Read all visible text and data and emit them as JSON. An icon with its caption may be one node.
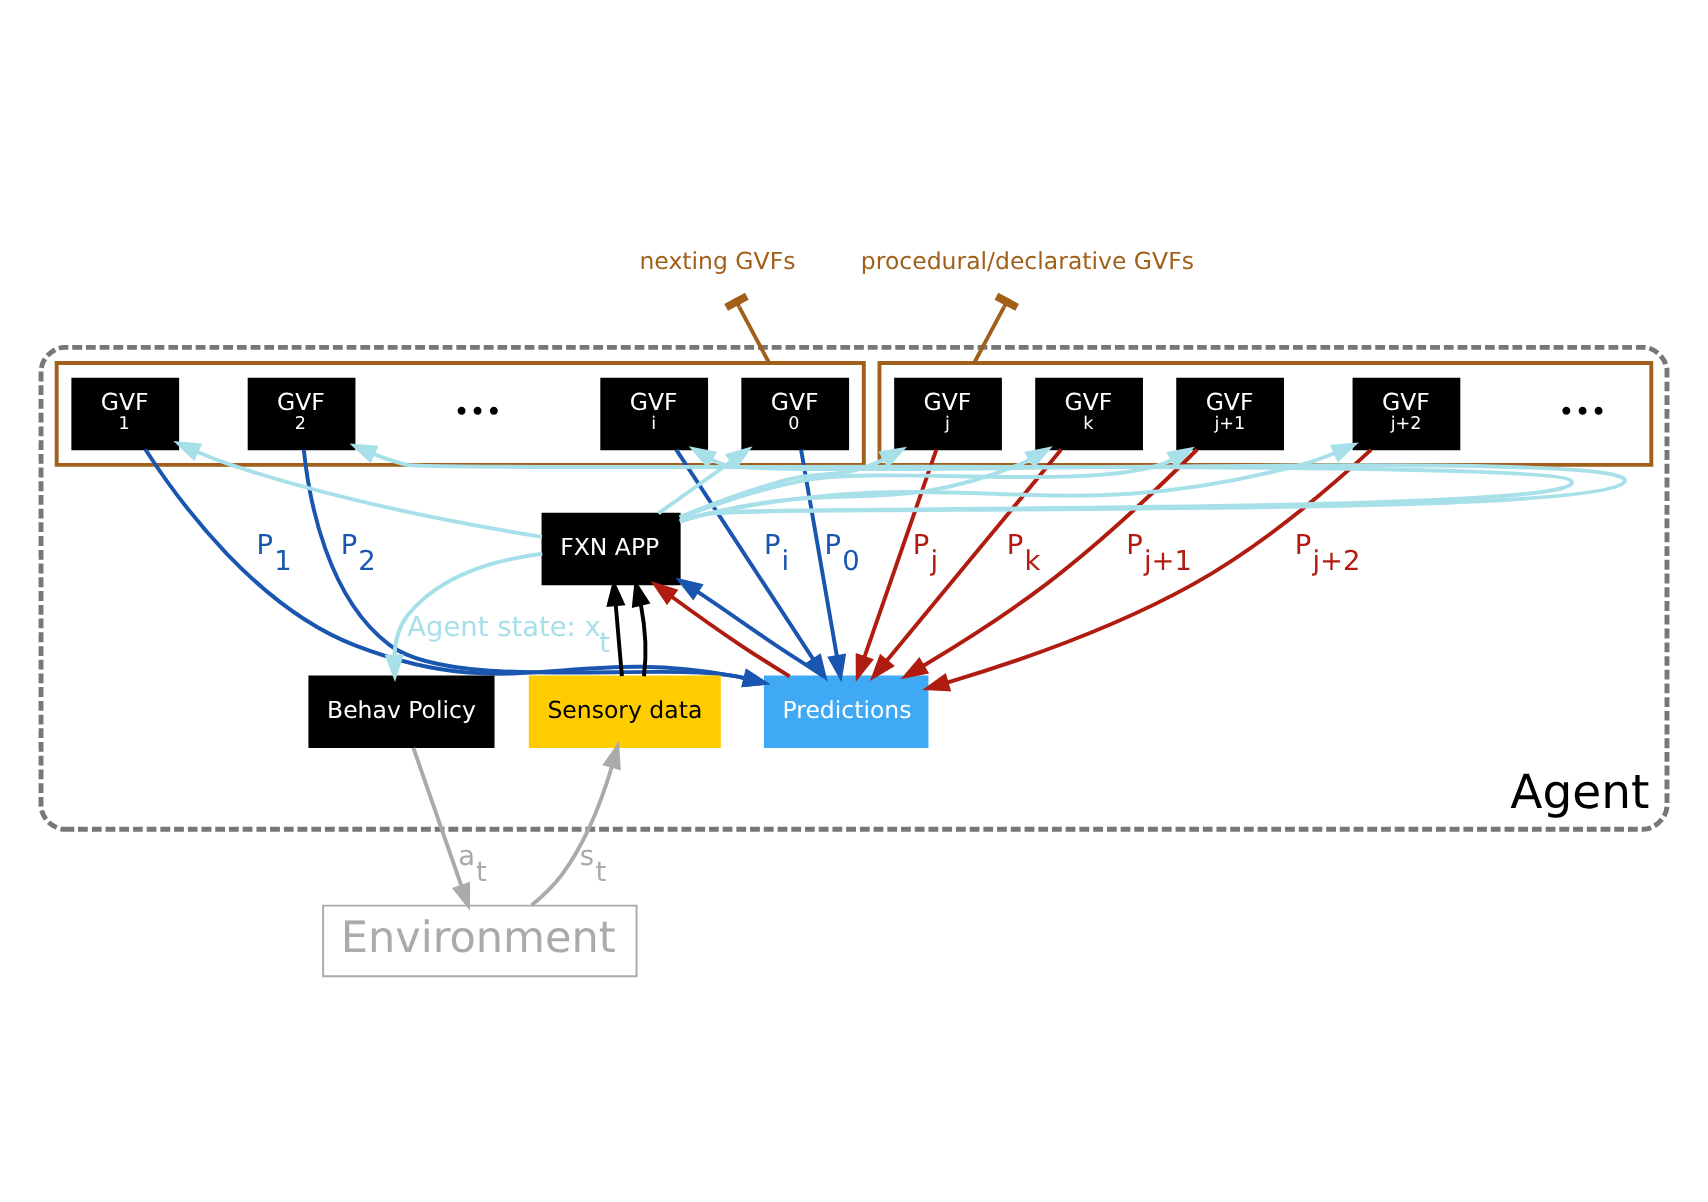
{
  "diagram": {
    "nodes": [
      {
        "text": [
          "Agent"
        ]
      },
      {
        "text": [],
        "shape": "box",
        "in": 0
      },
      {
        "text": [
          "GVF",
          "0"
        ],
        "in": 1
      },
      {
        "text": [
          "GVF",
          "1"
        ],
        "in": 1
      },
      {
        "text": [
          "GVF",
          "2"
        ],
        "in": 1
      },
      {
        "text": [
          "GVF",
          "i"
        ],
        "in": 1
      },
      {
        "text": [],
        "shape": "box",
        "in": 0
      },
      {
        "text": [
          "GVF",
          "j"
        ],
        "in": 6
      },
      {
        "text": [
          "GVF",
          "j+1"
        ],
        "in": 6
      },
      {
        "text": [
          "GVF",
          "j+2"
        ],
        "in": 6
      },
      {
        "text": [
          "GVF",
          "k"
        ],
        "in": 6
      },
      {
        "text": [
          "FXN APP"
        ],
        "in": 0
      },
      {
        "text": [
          "Sensory data"
        ],
        "in": 0
      },
      {
        "text": [
          "Predictions"
        ],
        "in": 0
      },
      {
        "text": [
          "Behav Policy"
        ],
        "in": 0
      },
      {
        "text": [
          "Environment"
        ]
      },
      {
        "text": [
          "nexting GVFs"
        ]
      },
      {
        "text": [
          "procedural/declarative GVFs"
        ]
      }
    ],
    "edges": [
      {
        "from": 16,
        "to": 1,
        "arrow": "other",
        "color": "#a0601a"
      },
      {
        "from": 17,
        "to": 6,
        "arrow": "other",
        "color": "#a0601a"
      },
      {
        "from": 2,
        "to": 13,
        "arrow": "to",
        "label": "P$_{0}$",
        "color": "#1a56b0"
      },
      {
        "from": 3,
        "to": 13,
        "arrow": "to",
        "label": "P$_{1}$",
        "color": "#1a56b0"
      },
      {
        "from": 4,
        "to": 13,
        "arrow": "to",
        "label": "P$_{2}$",
        "color": "#1a56b0"
      },
      {
        "from": 5,
        "to": 13,
        "arrow": "to",
        "label": "P$_{i}$",
        "color": "#1a56b0"
      },
      {
        "from": 7,
        "to": 13,
        "arrow": "to",
        "label": "P$_{j}$",
        "color": "#b01c10"
      },
      {
        "from": 8,
        "to": 13,
        "arrow": "to",
        "label": "P$_{j+1}$",
        "color": "#b01c10"
      },
      {
        "from": 9,
        "to": 13,
        "arrow": "to",
        "label": "P$_{j+2}$",
        "color": "#b01c10"
      },
      {
        "from": 10,
        "to": 13,
        "arrow": "to",
        "label": "P$_{k}$",
        "color": "#b01c10"
      },
      {
        "from": 12,
        "to": 11,
        "arrow": "to",
        "color": "#000000"
      },
      {
        "from": 12,
        "to": 11,
        "arrow": "to",
        "color": "#000000"
      },
      {
        "from": 13,
        "to": 11,
        "arrow": "to",
        "color": "#b01c10"
      },
      {
        "from": 13,
        "to": 11,
        "arrow": "to",
        "color": "#1a56b0"
      },
      {
        "from": 11,
        "to": 2,
        "arrow": "to"
      },
      {
        "from": 11,
        "to": 3,
        "arrow": "to"
      },
      {
        "from": 11,
        "to": 4,
        "arrow": "to"
      },
      {
        "from": 11,
        "to": 5,
        "arrow": "to"
      },
      {
        "from": 11,
        "to": 7,
        "arrow": "to"
      },
      {
        "from": 11,
        "to": 8,
        "arrow": "to"
      },
      {
        "from": 11,
        "to": 9,
        "arrow": "to"
      },
      {
        "from": 11,
        "to": 10,
        "arrow": "to"
      },
      {
        "from": 11,
        "to": 14,
        "arrow": "to",
        "label": "Agent state: x$_{t}$"
      },
      {
        "from": 15,
        "to": 12,
        "arrow": "to",
        "label": "s$_{t}$",
        "color": "#aaaaaa"
      },
      {
        "from": 14,
        "to": 15,
        "arrow": "to",
        "label": "a$_{t}$",
        "color": "#aaaaaa"
      }
    ],
    "labels": [
      "•••",
      "•••"
    ]
  }
}
